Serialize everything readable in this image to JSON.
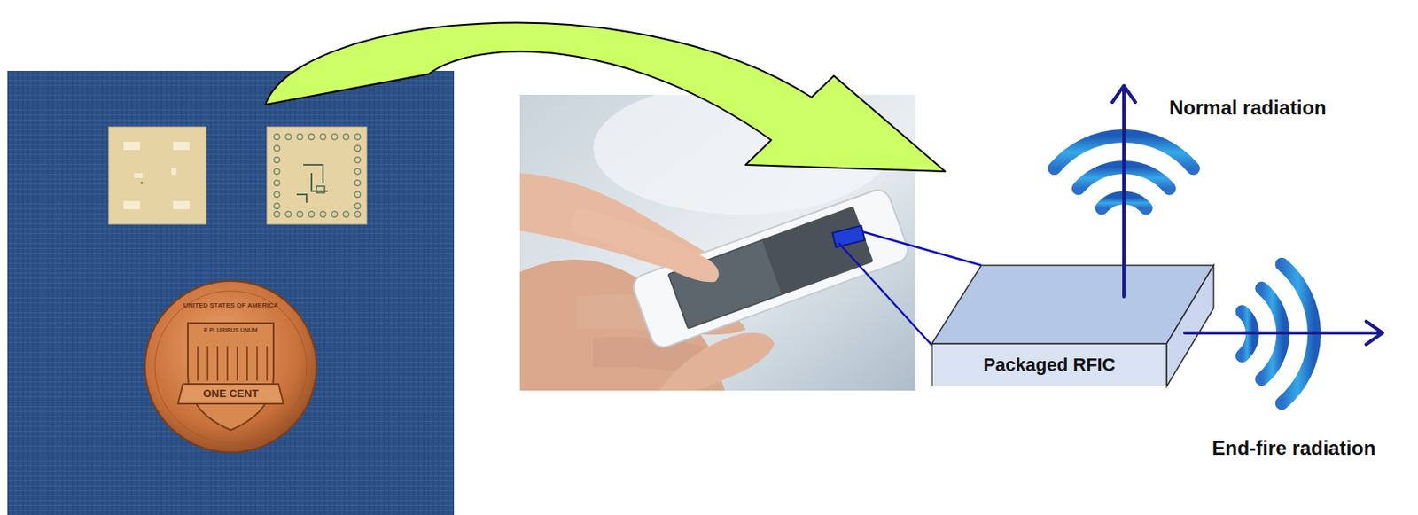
{
  "diagram": {
    "nodes": [
      {
        "text": [
          "Packaged RFIC"
        ]
      }
    ],
    "labels": [
      "Normal radiation",
      "End-fire radiation",
      "UNITED STATES OF AMERICA",
      "E PLURIBUS UNUM",
      "ONE CENT"
    ]
  }
}
